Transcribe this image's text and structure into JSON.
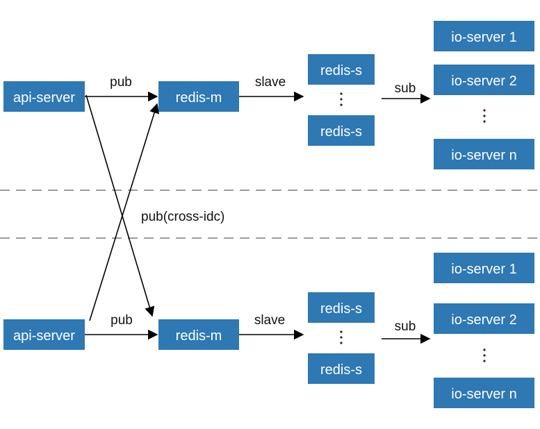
{
  "zones": [
    {
      "api": "api-server",
      "pub": "pub",
      "master": "redis-m",
      "slave": "slave",
      "replicas": [
        "redis-s",
        "redis-s"
      ],
      "sub": "sub",
      "io": [
        "io-server 1",
        "io-server 2",
        "io-server n"
      ]
    },
    {
      "api": "api-server",
      "pub": "pub",
      "master": "redis-m",
      "slave": "slave",
      "replicas": [
        "redis-s",
        "redis-s"
      ],
      "sub": "sub",
      "io": [
        "io-server 1",
        "io-server 2",
        "io-server n"
      ]
    }
  ],
  "cross_label": "pub(cross-idc)",
  "colors": {
    "box": "#2e78b3",
    "box_text": "#ffffff",
    "line": "#000000",
    "divider": "#9a9a9a"
  }
}
